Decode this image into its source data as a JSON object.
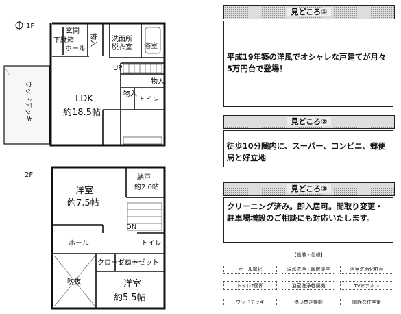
{
  "plan": {
    "floor1": "1F",
    "floor2": "2F",
    "rooms1": {
      "genkan": "玄関",
      "hall": "ホール",
      "shoes": "下駄箱",
      "storage1": "物入",
      "sink": "洗面所",
      "dressing": "脱衣室",
      "bath": "浴室",
      "up": "UP",
      "storage2": "物入",
      "storage3": "物入",
      "toilet": "トイレ",
      "ldk": "LDK",
      "ldk_size": "約18.5帖",
      "deck": "ウッドデッキ"
    },
    "rooms2": {
      "western1": "洋室",
      "western1_size": "約7.5帖",
      "closet_n": "納戸",
      "closet_size": "約2.6帖",
      "dn": "DN",
      "hall": "ホール",
      "toilet": "トイレ",
      "closet_a": "クローゼット",
      "closet_b": "クローゼット",
      "void": "吹抜",
      "western2": "洋室",
      "western2_size": "約5.5帖"
    }
  },
  "points": [
    {
      "head": "見どころ①",
      "body": "平成19年築の洋風でオシャレな戸建てが月々5万円台で登場！"
    },
    {
      "head": "見どころ②",
      "body": "徒歩10分圏内に、スーパー、コンビニ、郵便局と好立地"
    },
    {
      "head": "見どころ③",
      "body": "クリーニング済み。即入居可。間取り変更・駐車場増設のご相談にも対応いたします。"
    }
  ],
  "specs": {
    "title": "【設備・仕様】",
    "tags": [
      "オール電化",
      "温水洗浄・暖房便座",
      "浴室洗面化粧台",
      "トイレ2箇所",
      "浴室洗浄乾燥機",
      "TVドアホン",
      "ウッドデッキ",
      "追い焚き機能",
      "閑静な住宅街"
    ]
  }
}
